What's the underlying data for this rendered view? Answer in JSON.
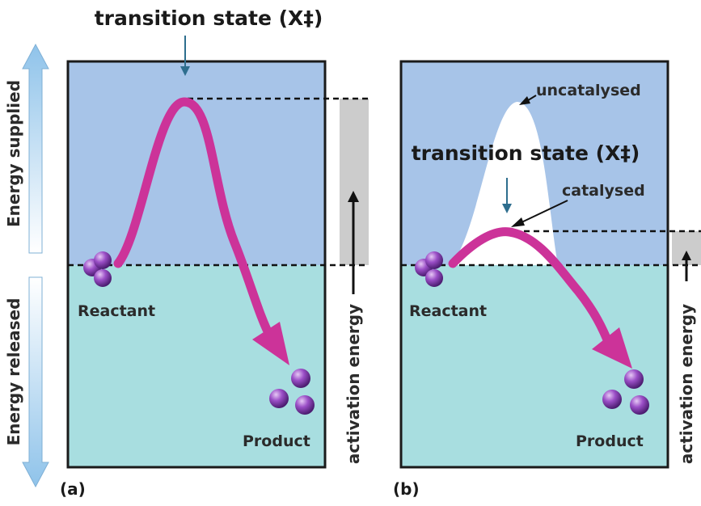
{
  "title_a": "transition state (X‡)",
  "title_b": "transition state (X‡)",
  "energy_supplied": "Energy supplied",
  "energy_released": "Energy released",
  "panel_a": {
    "reactant": "Reactant",
    "product": "Product",
    "label": "(a)"
  },
  "panel_b": {
    "reactant": "Reactant",
    "product": "Product",
    "label": "(b)",
    "uncatalysed": "uncatalysed",
    "catalysed": "catalysed"
  },
  "activation_energy": "activation energy",
  "colors": {
    "upper": "#a7c4e8",
    "lower": "#a8dee0",
    "path": "#cc3399",
    "gray_band": "#cccccc",
    "molecule": "#8a3fb0",
    "arrow_teal": "#2e6e8e"
  }
}
